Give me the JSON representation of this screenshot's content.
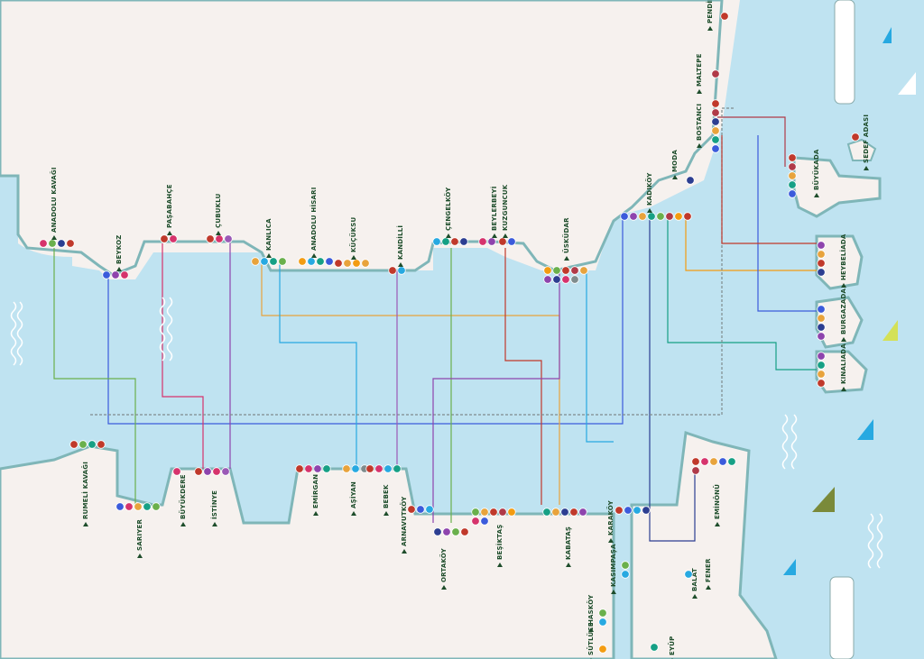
{
  "colors": {
    "water": "#bfe3f1",
    "land": "#f6f1ee",
    "shore": "#7fb6b8",
    "label": "#1e4d2b",
    "lines": [
      "#3b5bdb",
      "#8e44ad",
      "#e8a33c",
      "#27a9e1",
      "#6ab04c",
      "#d6336c",
      "#c0392b",
      "#2c3e91",
      "#16a085",
      "#7f8c8d",
      "#f39c12",
      "#b03a48",
      "#5d6d7e",
      "#9b59b6"
    ]
  },
  "stations": [
    {
      "id": "anadolu-kavagi",
      "name": "ANADOLU KAVAĞI",
      "side": "asia",
      "stops": [
        "#d6336c",
        "#6ab04c",
        "#2c3e91",
        "#c0392b"
      ]
    },
    {
      "id": "beykoz",
      "name": "BEYKOZ",
      "side": "asia",
      "stops": [
        "#3b5bdb",
        "#8e44ad",
        "#d6336c"
      ]
    },
    {
      "id": "pasabahce",
      "name": "PAŞABAHÇE",
      "side": "asia",
      "stops": [
        "#c0392b",
        "#d6336c"
      ]
    },
    {
      "id": "cubuklu",
      "name": "ÇUBUKLU",
      "side": "asia",
      "stops": [
        "#c0392b",
        "#d6336c",
        "#9b59b6"
      ]
    },
    {
      "id": "kanlica",
      "name": "KANLICA",
      "side": "asia",
      "stops": [
        "#e8a33c",
        "#27a9e1",
        "#16a085",
        "#6ab04c"
      ]
    },
    {
      "id": "anadolu-hisari",
      "name": "ANADOLU HİSARI",
      "side": "asia",
      "stops": [
        "#f39c12",
        "#27a9e1",
        "#16a085",
        "#3b5bdb"
      ]
    },
    {
      "id": "kucuksu",
      "name": "KÜÇÜKSU",
      "side": "asia",
      "stops": [
        "#c0392b",
        "#e8a33c",
        "#f39c12",
        "#e8a33c"
      ]
    },
    {
      "id": "kandilli",
      "name": "KANDİLLİ",
      "side": "asia",
      "stops": [
        "#c0392b",
        "#27a9e1"
      ]
    },
    {
      "id": "cengelkoy",
      "name": "ÇENGELKÖY",
      "side": "asia",
      "stops": [
        "#27a9e1",
        "#16a085",
        "#c0392b",
        "#2c3e91"
      ]
    },
    {
      "id": "beylerbeyi",
      "name": "BEYLERBEYİ",
      "side": "asia",
      "stops": [
        "#d6336c",
        "#8e44ad"
      ]
    },
    {
      "id": "kuzguncuk",
      "name": "KUZGUNCUK",
      "side": "asia",
      "stops": [
        "#c0392b",
        "#3b5bdb"
      ]
    },
    {
      "id": "uskudar",
      "name": "ÜSKÜDAR",
      "side": "asia",
      "stops": [
        "#f39c12",
        "#6ab04c",
        "#c0392b",
        "#b03a48",
        "#e8a33c",
        "#8e44ad",
        "#2c3e91",
        "#d6336c",
        "#7f8c8d"
      ]
    },
    {
      "id": "kadikoy",
      "name": "KADIKÖY",
      "side": "asia",
      "stops": [
        "#3b5bdb",
        "#8e44ad",
        "#e8a33c",
        "#16a085",
        "#6ab04c",
        "#b03a48",
        "#f39c12",
        "#c0392b"
      ]
    },
    {
      "id": "moda",
      "name": "MODA",
      "side": "asia",
      "stops": [
        "#2c3e91"
      ]
    },
    {
      "id": "bostanci",
      "name": "BOSTANCI",
      "side": "asia",
      "stops": [
        "#c0392b",
        "#b03a48",
        "#2c3e91",
        "#e8a33c",
        "#16a085",
        "#3b5bdb"
      ]
    },
    {
      "id": "maltepe",
      "name": "MALTEPE",
      "side": "asia",
      "stops": [
        "#b03a48"
      ]
    },
    {
      "id": "pendik",
      "name": "PENDİK",
      "side": "asia",
      "stops": [
        "#c0392b"
      ]
    },
    {
      "id": "rumeli-kavagi",
      "name": "RUMELİ KAVAĞI",
      "side": "europe",
      "stops": [
        "#c0392b",
        "#6ab04c",
        "#16a085",
        "#c0392b"
      ]
    },
    {
      "id": "sariyer",
      "name": "SARIYER",
      "side": "europe",
      "stops": [
        "#3b5bdb",
        "#d6336c",
        "#e8a33c",
        "#16a085",
        "#6ab04c"
      ]
    },
    {
      "id": "buyukdere",
      "name": "BÜYÜKDERE",
      "side": "europe",
      "stops": [
        "#d6336c"
      ]
    },
    {
      "id": "istinye",
      "name": "İSTİNYE",
      "side": "europe",
      "stops": [
        "#c0392b",
        "#8e44ad",
        "#d6336c",
        "#9b59b6"
      ]
    },
    {
      "id": "emirgan",
      "name": "EMİRGAN",
      "side": "europe",
      "stops": [
        "#c0392b",
        "#d6336c",
        "#8e44ad",
        "#16a085"
      ]
    },
    {
      "id": "asiyan",
      "name": "AŞİYAN",
      "side": "europe",
      "stops": [
        "#e8a33c",
        "#27a9e1",
        "#7f8c8d"
      ]
    },
    {
      "id": "bebek",
      "name": "BEBEK",
      "side": "europe",
      "stops": [
        "#c0392b",
        "#d6336c",
        "#27a9e1",
        "#16a085"
      ]
    },
    {
      "id": "arnavutkoy",
      "name": "ARNAVUTKÖY",
      "side": "europe",
      "stops": [
        "#c0392b",
        "#3b5bdb",
        "#27a9e1"
      ]
    },
    {
      "id": "ortakoy",
      "name": "ORTAKÖY",
      "side": "europe",
      "stops": [
        "#2c3e91",
        "#8e44ad",
        "#6ab04c",
        "#c0392b"
      ]
    },
    {
      "id": "besiktas",
      "name": "BEŞİKTAŞ",
      "side": "europe",
      "stops": [
        "#6ab04c",
        "#e8a33c",
        "#c0392b",
        "#b03a48",
        "#f39c12",
        "#d6336c",
        "#3b5bdb"
      ]
    },
    {
      "id": "kabatas",
      "name": "KABATAŞ",
      "side": "europe",
      "stops": [
        "#16a085",
        "#e8a33c",
        "#2c3e91",
        "#c0392b",
        "#8e44ad"
      ]
    },
    {
      "id": "karakoy",
      "name": "KARAKÖY",
      "side": "europe",
      "stops": [
        "#c0392b",
        "#3b5bdb",
        "#27a9e1",
        "#2c3e91"
      ]
    },
    {
      "id": "eminonu",
      "name": "EMİNÖNÜ",
      "side": "europe",
      "stops": [
        "#c0392b",
        "#d6336c",
        "#e8a33c",
        "#3b5bdb",
        "#16a085",
        "#b03a48"
      ]
    },
    {
      "id": "kasimpasa",
      "name": "KASIMPAŞA",
      "side": "europe",
      "stops": [
        "#6ab04c",
        "#27a9e1"
      ]
    },
    {
      "id": "haskoy",
      "name": "HASKÖY",
      "side": "europe",
      "stops": [
        "#6ab04c",
        "#27a9e1"
      ]
    },
    {
      "id": "sutluce",
      "name": "SÜTLÜCE",
      "side": "europe",
      "stops": [
        "#f39c12"
      ]
    },
    {
      "id": "balat",
      "name": "BALAT",
      "side": "europe",
      "stops": [
        "#27a9e1"
      ]
    },
    {
      "id": "fener",
      "name": "FENER",
      "side": "europe",
      "stops": [
        "#27a9e1"
      ]
    },
    {
      "id": "eyup",
      "name": "EYÜP",
      "side": "europe",
      "stops": [
        "#16a085"
      ]
    },
    {
      "id": "buyukada",
      "name": "BÜYÜKADA",
      "side": "island",
      "stops": [
        "#c0392b",
        "#b03a48",
        "#e8a33c",
        "#16a085",
        "#3b5bdb"
      ]
    },
    {
      "id": "heybeliada",
      "name": "HEYBELİADA",
      "side": "island",
      "stops": [
        "#8e44ad",
        "#e8a33c",
        "#c0392b",
        "#2c3e91"
      ]
    },
    {
      "id": "burgazada",
      "name": "BURGAZADA",
      "side": "island",
      "stops": [
        "#3b5bdb",
        "#e8a33c",
        "#2c3e91",
        "#8e44ad"
      ]
    },
    {
      "id": "kinaliada",
      "name": "KINALIADA",
      "side": "island",
      "stops": [
        "#8e44ad",
        "#16a085",
        "#e8a33c",
        "#c0392b"
      ]
    },
    {
      "id": "sedef-adasi",
      "name": "SEDEF ADASI",
      "side": "island",
      "stops": [
        "#c0392b"
      ]
    }
  ],
  "icons": {
    "sailboat": "sailboat-icon",
    "ship": "ferry-ship-icon",
    "wave": "wave-icon"
  }
}
